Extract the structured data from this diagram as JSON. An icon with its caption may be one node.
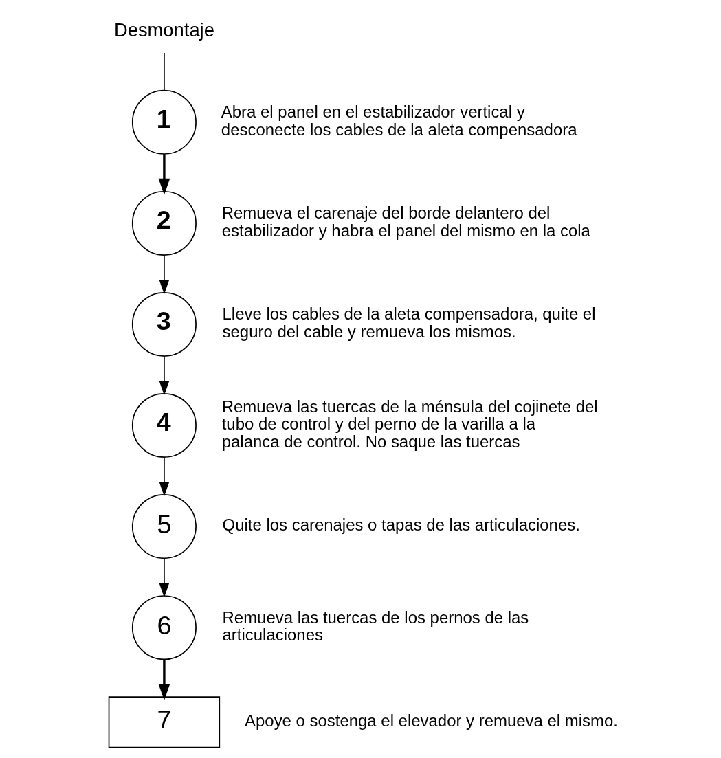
{
  "diagram": {
    "nodes": [
      {
        "text": [
          "Desmontaje"
        ]
      },
      {
        "text": [
          "1"
        ],
        "beside": [
          "Abra el panel en el estabilizador vertical y desconecte los cables de la aleta compensadora"
        ]
      },
      {
        "text": [
          "2"
        ],
        "beside": [
          "Remueva el carenaje del borde delantero del estabilizador y habra el panel del mismo en la cola"
        ]
      },
      {
        "text": [
          "3"
        ],
        "beside": [
          "Lleve los cables de la aleta compensadora, quite el seguro del cable y remueva los mismos."
        ]
      },
      {
        "text": [
          "4"
        ],
        "beside": [
          "Remueva las tuercas de la ménsula del cojinete del tubo de control y del perno de la varilla a la palanca de control. No saque las tuercas"
        ]
      },
      {
        "text": [
          "5"
        ],
        "beside": [
          "Quite los carenajes o tapas de las articulaciones."
        ]
      },
      {
        "text": [
          "6"
        ],
        "beside": [
          "Remueva las tuercas de los pernos de las articulaciones"
        ]
      },
      {
        "text": [
          "7"
        ],
        "beside": [
          "Apoye o sostenga el elevador y remueva el mismo."
        ]
      }
    ],
    "edges": [
      {
        "from": 0,
        "to": 1,
        "arrow": "none"
      },
      {
        "from": 1,
        "to": 2,
        "arrow": "to",
        "style": "thick"
      },
      {
        "from": 2,
        "to": 3,
        "arrow": "to"
      },
      {
        "from": 3,
        "to": 4,
        "arrow": "to"
      },
      {
        "from": 4,
        "to": 5,
        "arrow": "to"
      },
      {
        "from": 5,
        "to": 6,
        "arrow": "to"
      },
      {
        "from": 6,
        "to": 7,
        "arrow": "to",
        "style": "thick"
      }
    ]
  }
}
